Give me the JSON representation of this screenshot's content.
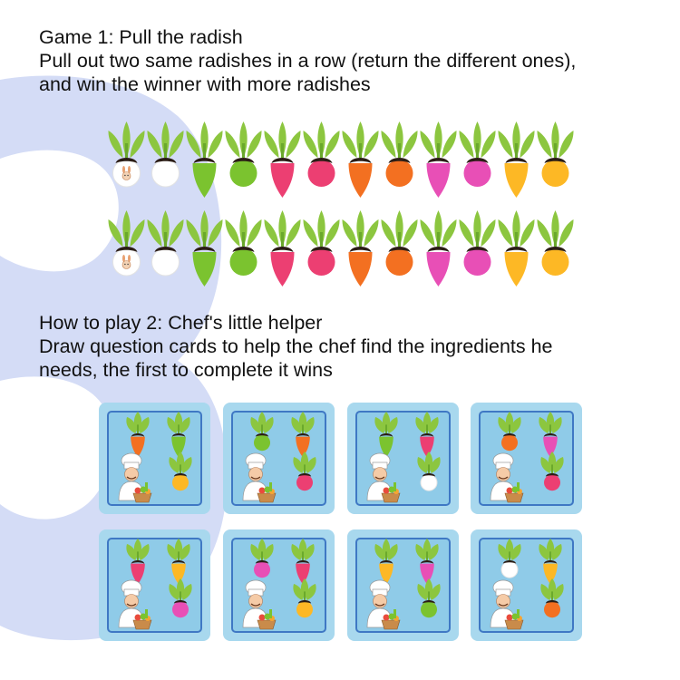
{
  "colors": {
    "background_shape": "#d4dcf6",
    "card_outer": "#a8d8ee",
    "card_inner": "#8fcbe8",
    "card_border": "#3f78c4",
    "leaf": "#8cc63f",
    "leaf_dark": "#6aa82c",
    "soil": "#2b1d16"
  },
  "game1": {
    "title": "Game 1: Pull the radish",
    "line2": "Pull out two same radishes in a row (return the different ones),",
    "line3": "and win the winner with more radishes"
  },
  "game2": {
    "title": "How to play 2: Chef's little helper",
    "line2": "Draw question cards to help the chef find the ingredients he",
    "line3": "needs, the first to complete it wins"
  },
  "radish_rows": [
    [
      {
        "color": "#ffffff",
        "shape": "round",
        "icon": "bunny"
      },
      {
        "color": "#ffffff",
        "shape": "round"
      },
      {
        "color": "#7bc32f",
        "shape": "pointed"
      },
      {
        "color": "#7bc32f",
        "shape": "round"
      },
      {
        "color": "#ec3f72",
        "shape": "pointed"
      },
      {
        "color": "#ec3f72",
        "shape": "round"
      },
      {
        "color": "#f37021",
        "shape": "pointed"
      },
      {
        "color": "#f37021",
        "shape": "round"
      },
      {
        "color": "#e84fb6",
        "shape": "pointed"
      },
      {
        "color": "#e84fb6",
        "shape": "round"
      },
      {
        "color": "#fdb825",
        "shape": "pointed"
      },
      {
        "color": "#fdb825",
        "shape": "round"
      }
    ],
    [
      {
        "color": "#ffffff",
        "shape": "round",
        "icon": "bunny"
      },
      {
        "color": "#ffffff",
        "shape": "round"
      },
      {
        "color": "#7bc32f",
        "shape": "pointed"
      },
      {
        "color": "#7bc32f",
        "shape": "round"
      },
      {
        "color": "#ec3f72",
        "shape": "pointed"
      },
      {
        "color": "#ec3f72",
        "shape": "round"
      },
      {
        "color": "#f37021",
        "shape": "pointed"
      },
      {
        "color": "#f37021",
        "shape": "round"
      },
      {
        "color": "#e84fb6",
        "shape": "pointed"
      },
      {
        "color": "#e84fb6",
        "shape": "round"
      },
      {
        "color": "#fdb825",
        "shape": "pointed"
      },
      {
        "color": "#fdb825",
        "shape": "round"
      }
    ]
  ],
  "cards": [
    {
      "items": [
        {
          "color": "#f37021",
          "shape": "pointed"
        },
        {
          "color": "#7bc32f",
          "shape": "pointed"
        },
        {
          "color": "#fdb825",
          "shape": "round"
        }
      ]
    },
    {
      "items": [
        {
          "color": "#7bc32f",
          "shape": "round"
        },
        {
          "color": "#f37021",
          "shape": "pointed"
        },
        {
          "color": "#ec3f72",
          "shape": "round"
        }
      ]
    },
    {
      "items": [
        {
          "color": "#7bc32f",
          "shape": "pointed"
        },
        {
          "color": "#ec3f72",
          "shape": "pointed"
        },
        {
          "color": "#ffffff",
          "shape": "round"
        }
      ]
    },
    {
      "items": [
        {
          "color": "#f37021",
          "shape": "round"
        },
        {
          "color": "#e84fb6",
          "shape": "pointed"
        },
        {
          "color": "#ec3f72",
          "shape": "round"
        }
      ]
    },
    {
      "items": [
        {
          "color": "#ec3f72",
          "shape": "pointed"
        },
        {
          "color": "#fdb825",
          "shape": "pointed"
        },
        {
          "color": "#e84fb6",
          "shape": "round"
        }
      ]
    },
    {
      "items": [
        {
          "color": "#e84fb6",
          "shape": "round"
        },
        {
          "color": "#ec3f72",
          "shape": "pointed"
        },
        {
          "color": "#fdb825",
          "shape": "round"
        }
      ]
    },
    {
      "items": [
        {
          "color": "#fdb825",
          "shape": "pointed"
        },
        {
          "color": "#e84fb6",
          "shape": "pointed"
        },
        {
          "color": "#7bc32f",
          "shape": "round"
        }
      ]
    },
    {
      "items": [
        {
          "color": "#ffffff",
          "shape": "round"
        },
        {
          "color": "#fdb825",
          "shape": "pointed"
        },
        {
          "color": "#f37021",
          "shape": "round"
        }
      ]
    }
  ]
}
